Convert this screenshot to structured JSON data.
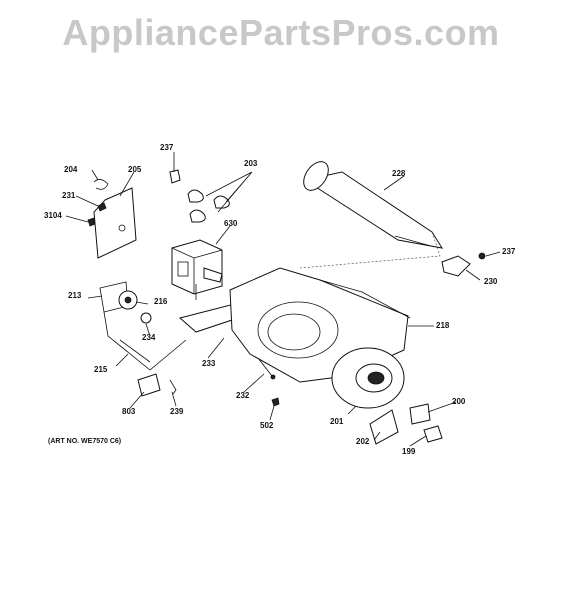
{
  "watermark": "AppliancePartsPros.com",
  "art_note": "(ART NO. WE7570 C6)",
  "callouts": [
    "237",
    "203",
    "204",
    "205",
    "228",
    "231",
    "3104",
    "630",
    "237",
    "230",
    "213",
    "216",
    "218",
    "234",
    "233",
    "215",
    "232",
    "200",
    "803",
    "239",
    "502",
    "201",
    "202",
    "199"
  ]
}
